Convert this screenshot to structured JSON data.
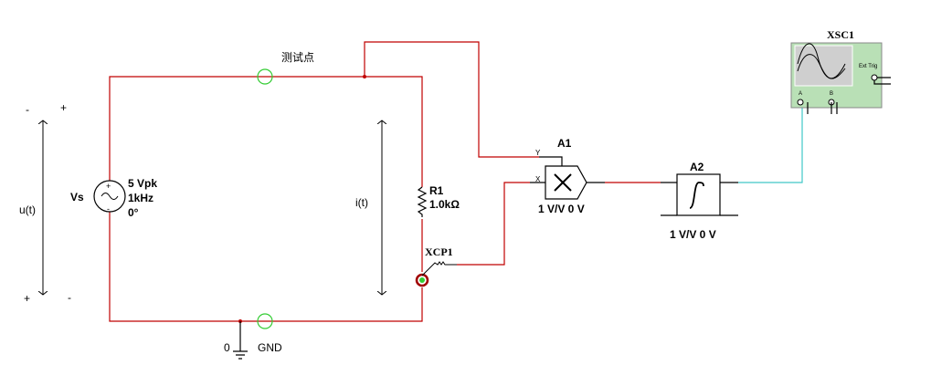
{
  "source": {
    "name": "Vs",
    "amplitude": "5 Vpk",
    "frequency": "1kHz",
    "phase": "0°",
    "plus": "+",
    "minus": "-"
  },
  "resistor": {
    "name": "R1",
    "value": "1.0kΩ"
  },
  "probe": {
    "name": "XCP1"
  },
  "test_point": {
    "label": "测试点"
  },
  "ground": {
    "node": "0",
    "label": "GND"
  },
  "voltage_arrow": {
    "label": "u(t)",
    "top_left": "-",
    "top_right": "+",
    "bottom_left": "+",
    "bottom_right": "-"
  },
  "current_arrow": {
    "label": "i(t)"
  },
  "multiplier": {
    "name": "A1",
    "gain": "1 V/V 0 V",
    "input_y": "Y",
    "input_x": "X"
  },
  "integrator": {
    "name": "A2",
    "gain": "1 V/V 0 V"
  },
  "oscilloscope": {
    "name": "XSC1",
    "ext_trig": "Ext Trig",
    "channel_a": "A",
    "channel_b": "B"
  },
  "colors": {
    "wire": "#c00000",
    "scope_wire": "#40c8c8",
    "probe_green": "#33cc33"
  }
}
